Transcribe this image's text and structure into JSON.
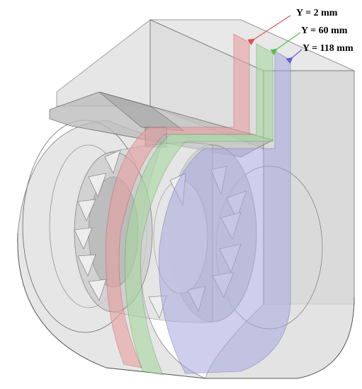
{
  "figure": {
    "planes": [
      {
        "label": "Y = 2 mm",
        "color": "#e05050"
      },
      {
        "label": "Y = 60 mm",
        "color": "#50c050"
      },
      {
        "label": "Y = 118 mm",
        "color": "#6060d0"
      }
    ],
    "colors": {
      "housing_fill": "#d9d9d9",
      "housing_stroke": "#555555",
      "plane_red_fill": "#e8a0a0",
      "plane_green_fill": "#a8d8a0",
      "plane_blue_fill": "#a8a8e0",
      "impeller_fill": "#c8c8c8"
    },
    "components": [
      "fan-housing",
      "scroll-volute",
      "impeller",
      "blades",
      "inlet-duct",
      "cutting-planes"
    ]
  }
}
